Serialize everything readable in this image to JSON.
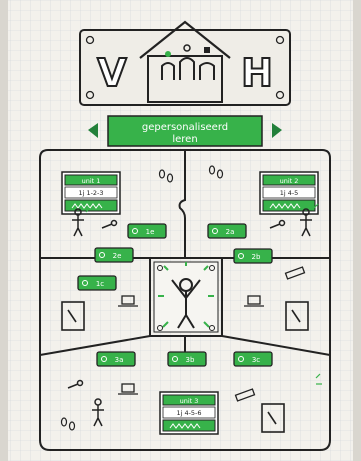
{
  "header": {
    "letter_left": "V",
    "letter_right": "H"
  },
  "banner": {
    "line1": "gepersonaliseerd",
    "line2": "leren"
  },
  "unit_cards": [
    {
      "title": "unit 1",
      "subtitle": "1j 1-2-3"
    },
    {
      "title": "unit 2",
      "subtitle": "1j 4-5"
    },
    {
      "title": "unit 3",
      "subtitle": "1j 4-5-6"
    }
  ],
  "tags": {
    "upper_left_1": "1e",
    "upper_left_2": "2e",
    "upper_right_1": "2a",
    "upper_right_2": "2b",
    "mid_left": "1c",
    "lower_1": "3a",
    "lower_2": "3b",
    "lower_3": "3c"
  },
  "colors": {
    "paper": "#f3f1ec",
    "grid": "#cfd4d9",
    "ink": "#222222",
    "green": "#37b24a",
    "green_dark": "#23803a",
    "card_bg": "#ffffff"
  }
}
